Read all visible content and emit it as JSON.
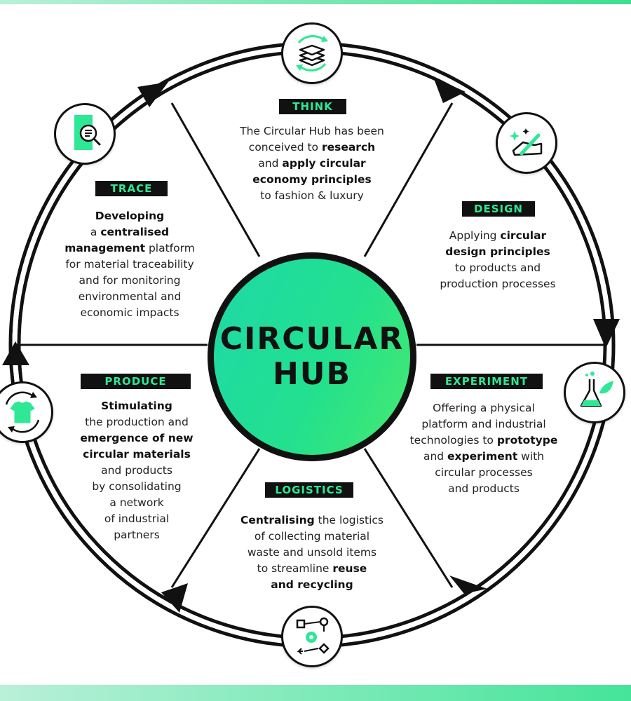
{
  "hub": {
    "line1": "CIRCULAR",
    "line2": "HUB"
  },
  "sections": {
    "think": {
      "tag": "THINK",
      "icon": "layers-cycle-icon",
      "lines": [
        [
          {
            "t": "The Circular Hub has been",
            "b": false
          }
        ],
        [
          {
            "t": "conceived to ",
            "b": false
          },
          {
            "t": "research",
            "b": true
          }
        ],
        [
          {
            "t": "and ",
            "b": false
          },
          {
            "t": "apply circular",
            "b": true
          }
        ],
        [
          {
            "t": "economy principles",
            "b": true
          }
        ],
        [
          {
            "t": "to fashion & luxury",
            "b": false
          }
        ]
      ]
    },
    "design": {
      "tag": "DESIGN",
      "icon": "hand-pen-sparkle-icon",
      "lines": [
        [
          {
            "t": "Applying ",
            "b": false
          },
          {
            "t": "circular",
            "b": true
          }
        ],
        [
          {
            "t": "design principles",
            "b": true
          }
        ],
        [
          {
            "t": "to products and",
            "b": false
          }
        ],
        [
          {
            "t": "production processes",
            "b": false
          }
        ]
      ]
    },
    "experiment": {
      "tag": "EXPERIMENT",
      "icon": "flask-leaf-icon",
      "lines": [
        [
          {
            "t": "Offering a physical",
            "b": false
          }
        ],
        [
          {
            "t": "platform and industrial",
            "b": false
          }
        ],
        [
          {
            "t": "technologies to ",
            "b": false
          },
          {
            "t": "prototype",
            "b": true
          }
        ],
        [
          {
            "t": "and ",
            "b": false
          },
          {
            "t": "experiment",
            "b": true
          },
          {
            "t": " with",
            "b": false
          }
        ],
        [
          {
            "t": "circular processes",
            "b": false
          }
        ],
        [
          {
            "t": "and products",
            "b": false
          }
        ]
      ]
    },
    "logistics": {
      "tag": "LOGISTICS",
      "icon": "workflow-gear-icon",
      "lines": [
        [
          {
            "t": "Centralising",
            "b": true
          },
          {
            "t": " the logistics",
            "b": false
          }
        ],
        [
          {
            "t": "of collecting material",
            "b": false
          }
        ],
        [
          {
            "t": "waste and unsold items",
            "b": false
          }
        ],
        [
          {
            "t": "to streamline ",
            "b": false
          },
          {
            "t": "reuse",
            "b": true
          }
        ],
        [
          {
            "t": "and recycling",
            "b": true
          }
        ]
      ]
    },
    "produce": {
      "tag": "PRODUCE",
      "icon": "tshirt-cycle-icon",
      "lines": [
        [
          {
            "t": "Stimulating",
            "b": true
          }
        ],
        [
          {
            "t": "the production and",
            "b": false
          }
        ],
        [
          {
            "t": "emergence of new",
            "b": true
          }
        ],
        [
          {
            "t": "circular materials",
            "b": true
          }
        ],
        [
          {
            "t": "and products",
            "b": false
          }
        ],
        [
          {
            "t": "by consolidating",
            "b": false
          }
        ],
        [
          {
            "t": "a network",
            "b": false
          }
        ],
        [
          {
            "t": "of industrial",
            "b": false
          }
        ],
        [
          {
            "t": "partners",
            "b": false
          }
        ]
      ]
    },
    "trace": {
      "tag": "TRACE",
      "icon": "document-search-icon",
      "lines": [
        [
          {
            "t": "Developing",
            "b": true
          }
        ],
        [
          {
            "t": "a ",
            "b": false
          },
          {
            "t": "centralised",
            "b": true
          }
        ],
        [
          {
            "t": "management",
            "b": true
          },
          {
            "t": " platform",
            "b": false
          }
        ],
        [
          {
            "t": "for material traceability",
            "b": false
          }
        ],
        [
          {
            "t": "and for monitoring",
            "b": false
          }
        ],
        [
          {
            "t": "environmental and",
            "b": false
          }
        ],
        [
          {
            "t": "economic impacts",
            "b": false
          }
        ]
      ]
    }
  },
  "colors": {
    "accent": "#2fe895",
    "ink": "#111111"
  }
}
